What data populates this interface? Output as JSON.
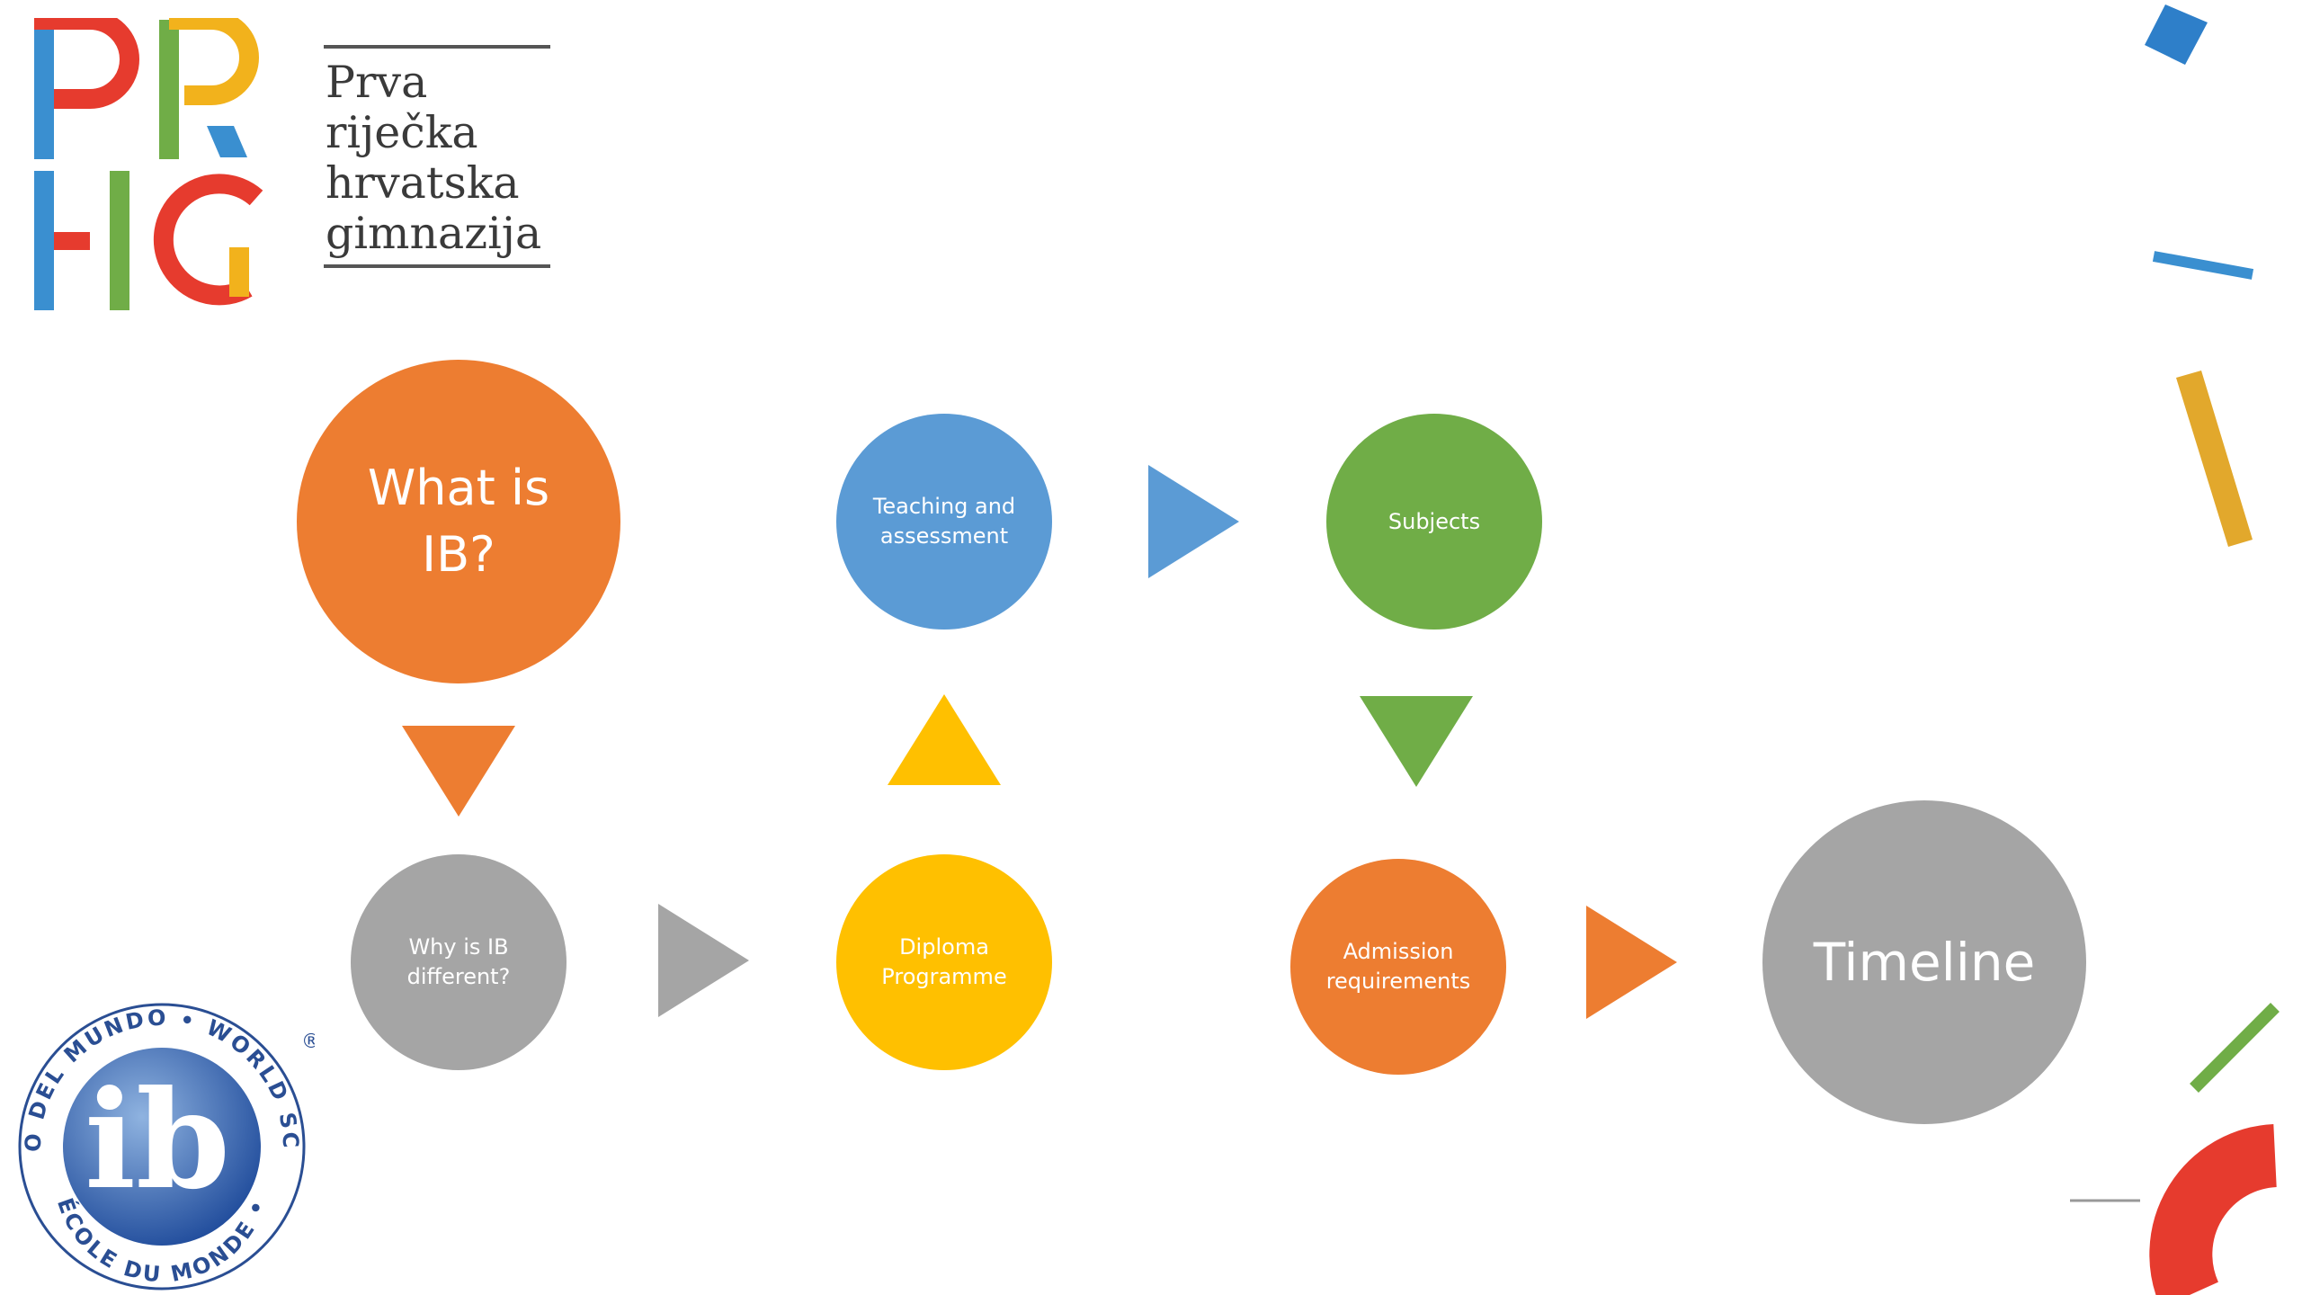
{
  "logo": {
    "letters": [
      "P",
      "R",
      "H",
      "G"
    ],
    "school_name_lines": [
      "Prva",
      "riječka",
      "hrvatska",
      "gimnazija"
    ]
  },
  "ib_badge": {
    "text_top": "COLEGIO DEL MUNDO • WORLD SCHOOL •",
    "text_bottom": "ÉCOLE DU MONDE •",
    "mark": "ib",
    "registered": "®"
  },
  "nodes": {
    "what_is_ib": "What is IB?",
    "why_different": "Why is IB different?",
    "diploma": "Diploma Programme",
    "teaching": "Teaching and assessment",
    "subjects": "Subjects",
    "admission": "Admission requirements",
    "timeline": "Timeline"
  },
  "colors": {
    "orange": "#ED7D31",
    "gray": "#A5A5A5",
    "gold": "#FFC000",
    "blue": "#5B9BD5",
    "green": "#70AD47",
    "red": "#E63B2E"
  }
}
